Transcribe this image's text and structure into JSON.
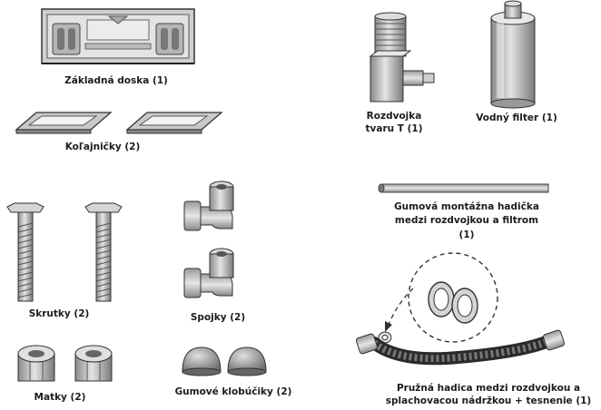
{
  "parts": [
    {
      "id": "base-plate",
      "label": "Základná doska (1)"
    },
    {
      "id": "rails",
      "label": "Koľajničky (2)"
    },
    {
      "id": "screws",
      "label": "Skrutky (2)"
    },
    {
      "id": "connectors",
      "label": "Spojky (2)"
    },
    {
      "id": "nuts",
      "label": "Matky (2)"
    },
    {
      "id": "rubber-caps",
      "label": "Gumové klobúčiky (2)"
    },
    {
      "id": "t-junction",
      "label_line1": "Rozdvojka",
      "label_line2": "tvaru T (1)"
    },
    {
      "id": "water-filter",
      "label": "Vodný filter (1)"
    },
    {
      "id": "mounting-tube",
      "label_line1": "Gumová montážna hadička",
      "label_line2": "medzi rozdvojkou a filtrom",
      "label_line3": "(1)"
    },
    {
      "id": "flex-hose",
      "label_line1": "Pružná hadica medzi rozdvojkou a",
      "label_line2": "splachovacou nádržkou + tesnenie (1)"
    }
  ]
}
